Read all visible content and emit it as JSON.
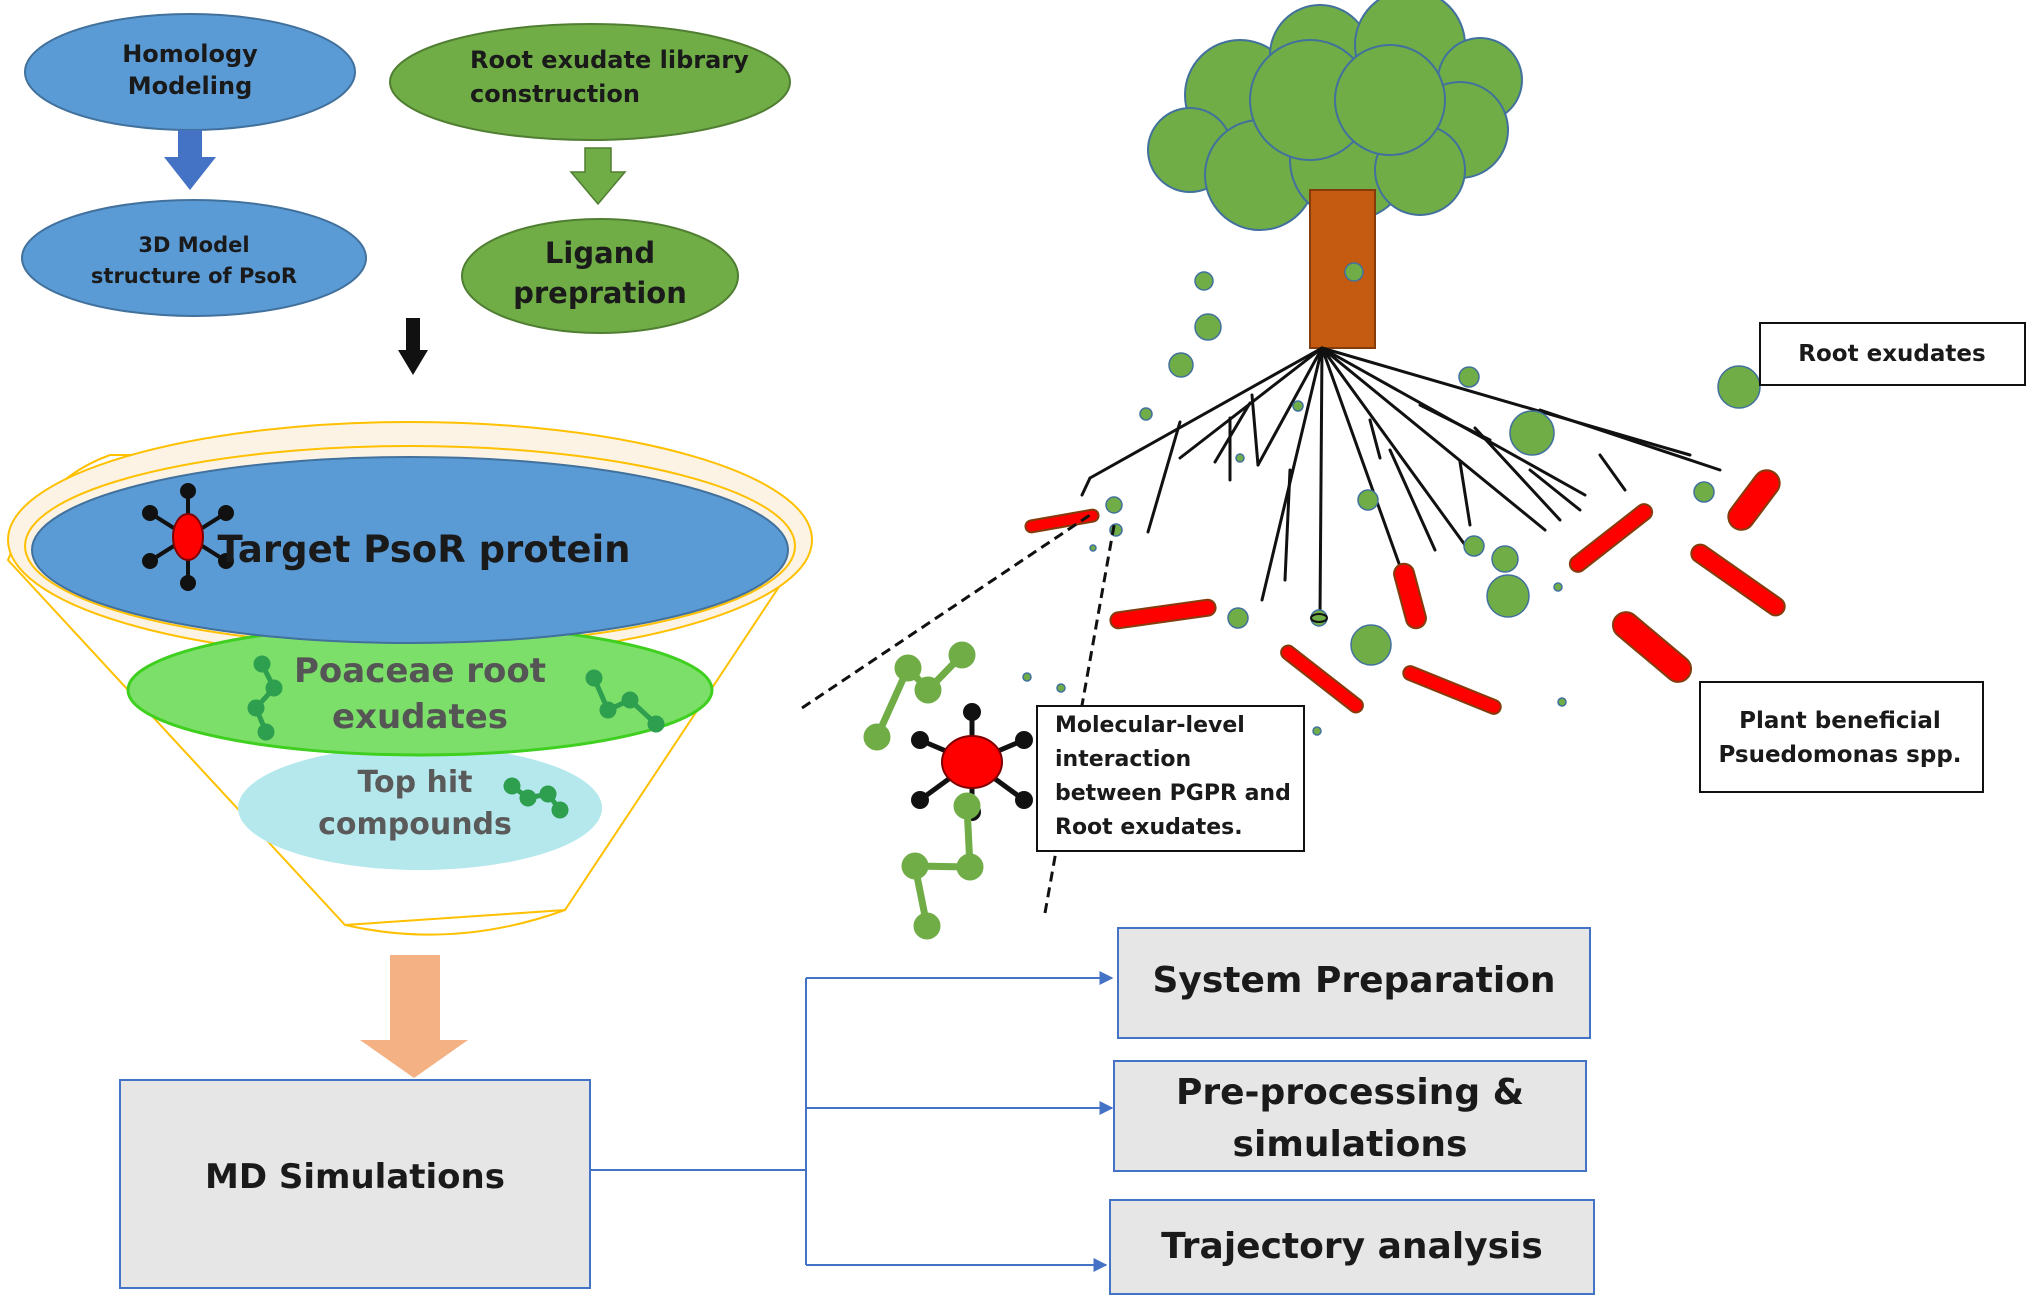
{
  "workflow": {
    "homology": [
      "Homology",
      "Modeling"
    ],
    "model3d": [
      "3D Model",
      "structure of PsoR"
    ],
    "library": [
      "Root exudate library",
      "construction"
    ],
    "ligand": [
      "Ligand",
      "prepration"
    ]
  },
  "funnel": {
    "target": "Target PsoR protein",
    "poaceae": [
      "Poaceae root",
      "exudates"
    ],
    "tophit": [
      "Top hit",
      "compounds"
    ]
  },
  "md": {
    "main": "MD Simulations",
    "steps": {
      "system": "System Preparation",
      "preprocess": [
        "Pre-processing &",
        "simulations"
      ],
      "trajectory": "Trajectory analysis"
    }
  },
  "plant": {
    "root_exudates": "Root exudates",
    "psuedomonas": [
      "Plant beneficial",
      "Psuedomonas spp."
    ],
    "interaction": [
      "Molecular-level",
      "interaction",
      "between PGPR and",
      "Root exudates."
    ]
  },
  "colors": {
    "blue": "#5b9bd5",
    "green": "#70ad47",
    "trunk": "#c55a11",
    "bacteria": "#ff0000",
    "funnel_rim": "#ffc000",
    "md_arrow": "#f4b183",
    "gray_box": "#e7e6e6"
  }
}
